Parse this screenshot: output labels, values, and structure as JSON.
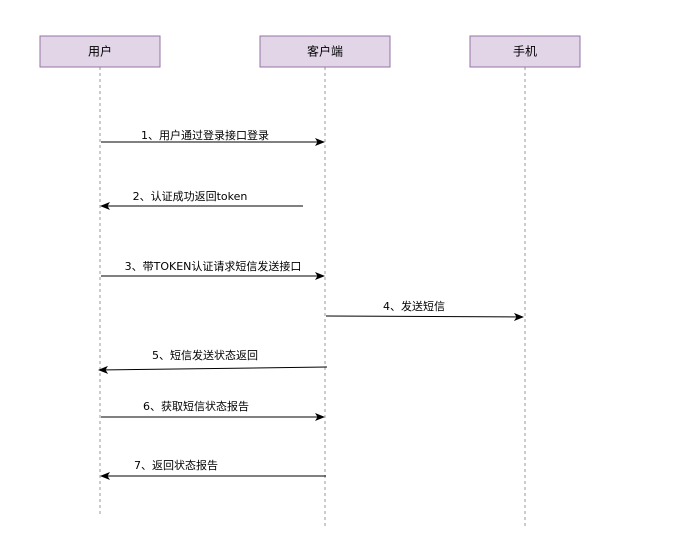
{
  "actors": [
    {
      "name": "用户"
    },
    {
      "name": "客户端"
    },
    {
      "name": "手机"
    }
  ],
  "messages": [
    {
      "label": "1、用户通过登录接口登录",
      "from": "用户",
      "to": "客户端"
    },
    {
      "label": "2、认证成功返回token",
      "from": "客户端",
      "to": "用户"
    },
    {
      "label": "3、带TOKEN认证请求短信发送接口",
      "from": "用户",
      "to": "客户端"
    },
    {
      "label": "4、发送短信",
      "from": "客户端",
      "to": "手机"
    },
    {
      "label": "5、短信发送状态返回",
      "from": "客户端",
      "to": "用户"
    },
    {
      "label": "6、获取短信状态报告",
      "from": "用户",
      "to": "客户端"
    },
    {
      "label": "7、返回状态报告",
      "from": "客户端",
      "to": "用户"
    }
  ]
}
